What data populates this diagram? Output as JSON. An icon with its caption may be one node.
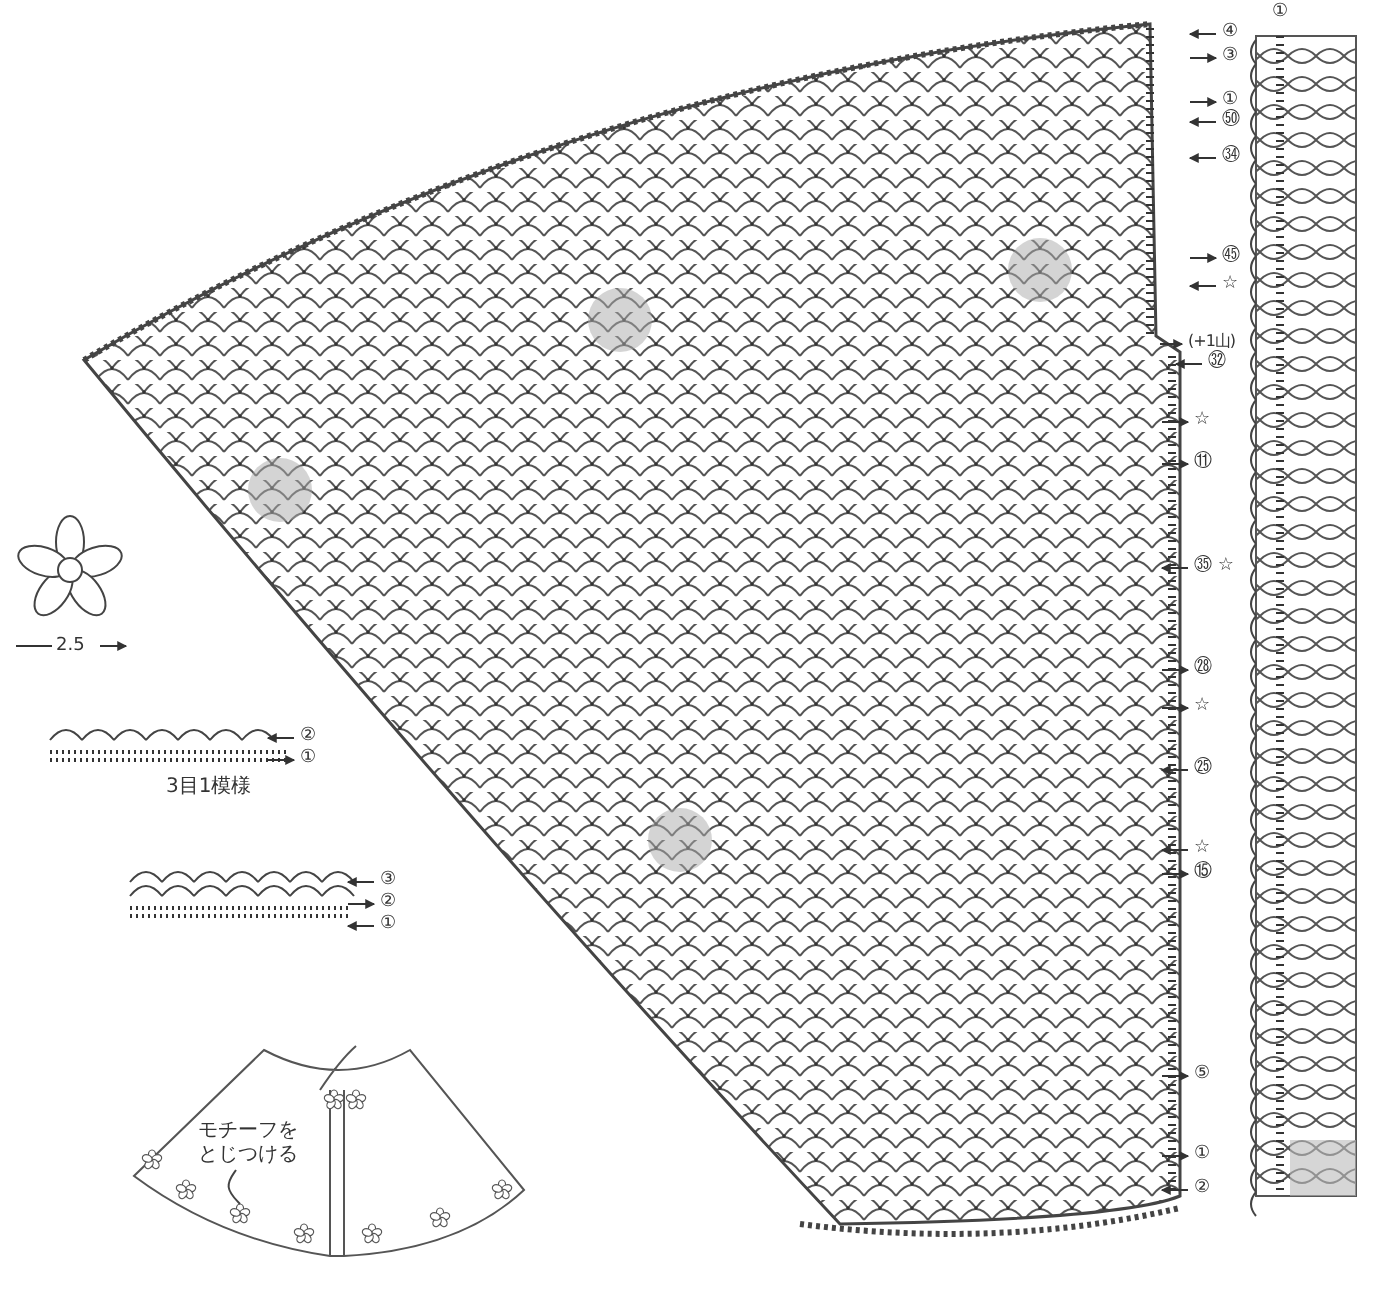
{
  "diagram": {
    "nodes": [
      {
        "text": [
          "モチーフをとじつける"
        ]
      },
      {
        "text": [],
        "shape": "picture"
      }
    ],
    "edges": [
      {
        "from": 0,
        "to": 1,
        "arrow": "none"
      }
    ],
    "labels": [
      "①",
      "④",
      "③",
      "①",
      "㊿",
      "㉞",
      "㊺",
      "☆",
      "(+1山)",
      "㉜",
      "☆",
      "⑪",
      "㉟ ☆",
      "㉘",
      "☆",
      "㉕",
      "☆",
      "⑮",
      "⑤",
      "①",
      "②",
      "2.5",
      "②",
      "①",
      "3目1模様",
      "③",
      "②",
      "①"
    ]
  }
}
